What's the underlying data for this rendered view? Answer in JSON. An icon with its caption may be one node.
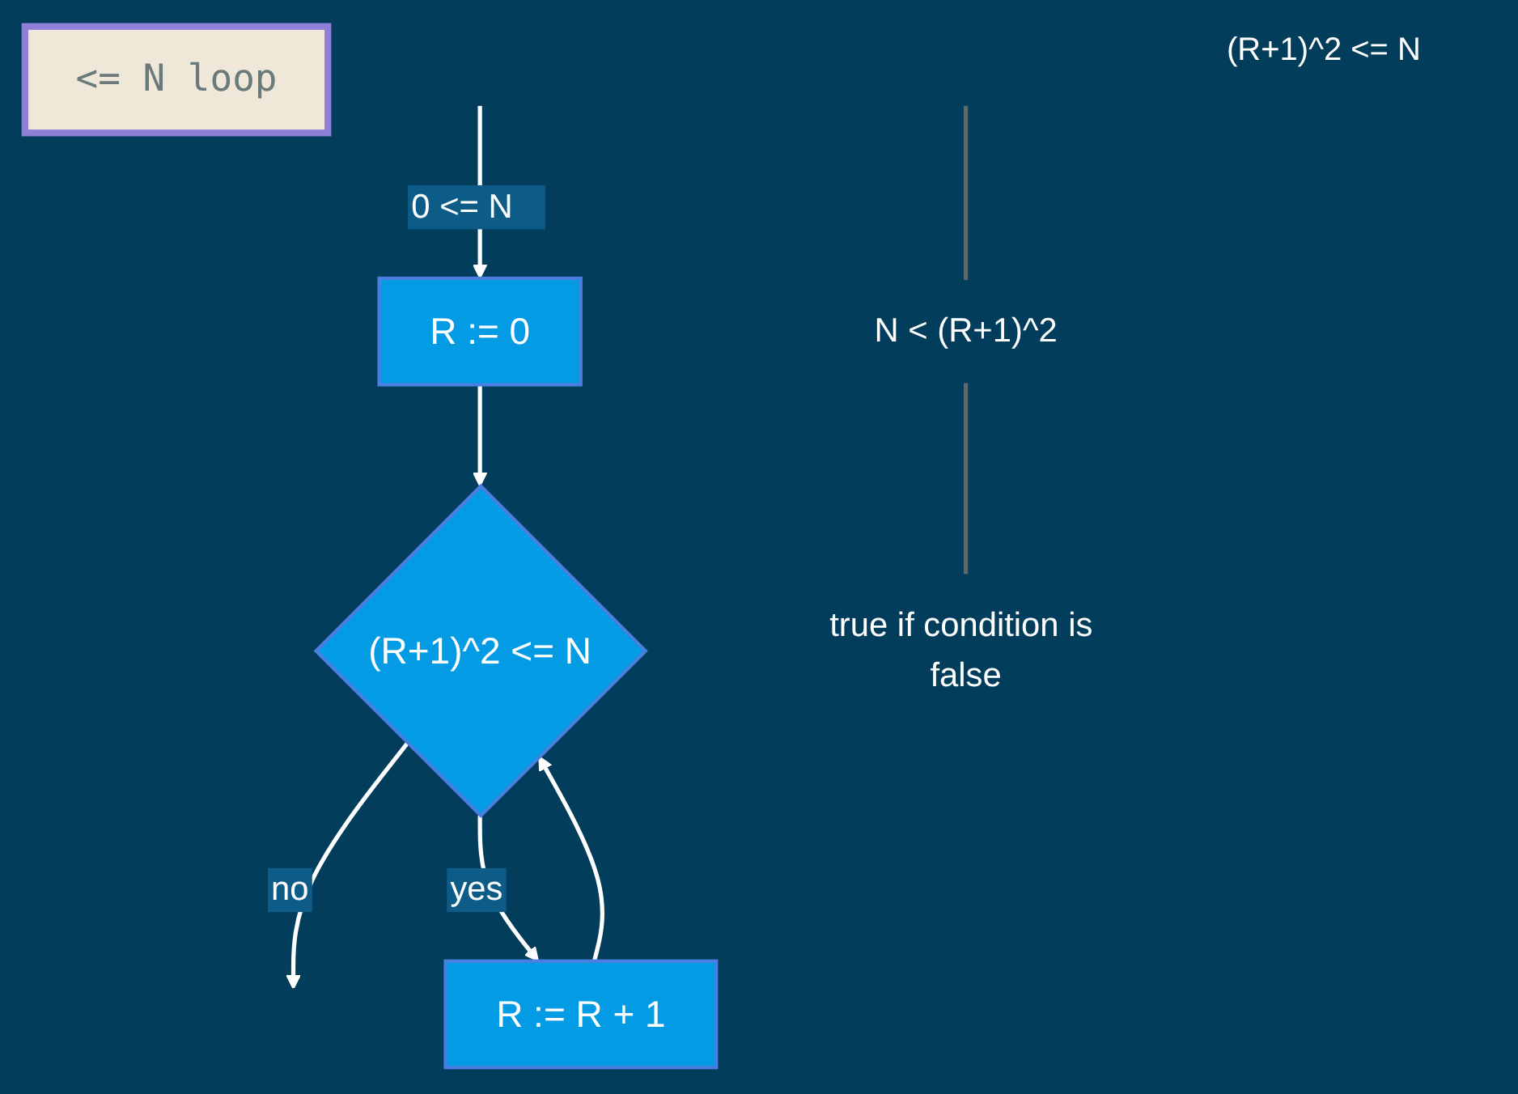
{
  "diagram": {
    "nodes": [
      {
        "text": [
          "<= N loop"
        ]
      },
      {
        "text": [
          "R := 0"
        ]
      },
      {
        "text": [
          "(R+1)^2 <= N"
        ]
      },
      {
        "text": [
          "R := R + 1"
        ]
      },
      {
        "text": [
          "N < (R+1)^2"
        ]
      },
      {
        "text": [
          "true if condition is false"
        ]
      }
    ],
    "edges": [
      {
        "from": null,
        "to": 1,
        "arrow": "to",
        "label": "0 <= N"
      },
      {
        "from": 1,
        "to": 2,
        "arrow": "to"
      },
      {
        "from": 2,
        "to": null,
        "arrow": "to",
        "label": "no"
      },
      {
        "from": 2,
        "to": 3,
        "arrow": "to",
        "label": "yes"
      },
      {
        "from": 3,
        "to": 2,
        "arrow": "to"
      },
      {
        "from": null,
        "to": 4,
        "arrow": "none",
        "color": "#666666"
      },
      {
        "from": 4,
        "to": 5,
        "arrow": "none",
        "color": "#666666"
      }
    ],
    "labels": [
      "(R+1)^2 <= N"
    ]
  }
}
